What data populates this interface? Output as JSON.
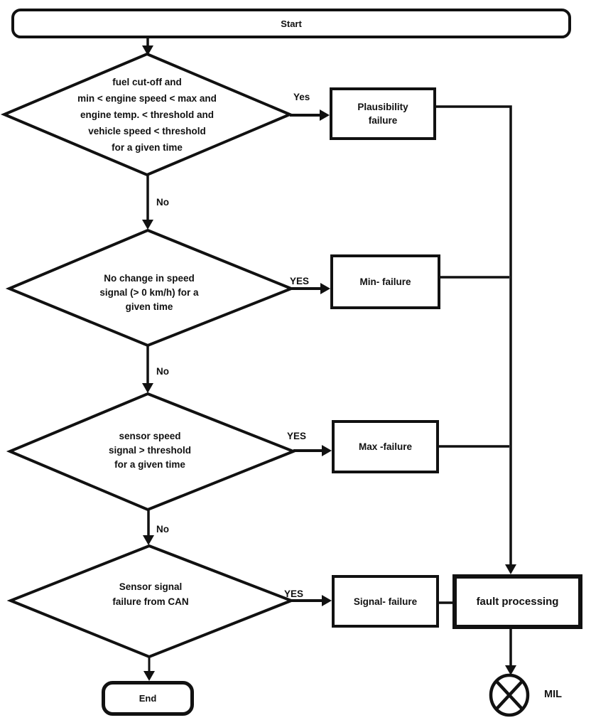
{
  "colors": {
    "ink": "#111111",
    "background": "#ffffff"
  },
  "flowchart": {
    "start_label": "Start",
    "end_label": "End",
    "decisions": [
      {
        "condition": "fuel cut-off and\nmin < engine speed < max and\nengine temp. < threshold and\nvehicle speed < threshold\nfor a given time",
        "yes_label": "Yes",
        "no_label": "No",
        "result": "Plausibility\nfailure"
      },
      {
        "condition": "No change in speed\nsignal (> 0 km/h) for a\ngiven time",
        "yes_label": "YES",
        "no_label": "No",
        "result": "Min- failure"
      },
      {
        "condition": "sensor speed\nsignal > threshold\nfor a given time",
        "yes_label": "YES",
        "no_label": "No",
        "result": "Max -failure"
      },
      {
        "condition": "Sensor signal\nfailure from CAN",
        "yes_label": "YES",
        "result": "Signal- failure"
      }
    ],
    "fault_processing_label": "fault processing",
    "mil_label": "MIL"
  }
}
